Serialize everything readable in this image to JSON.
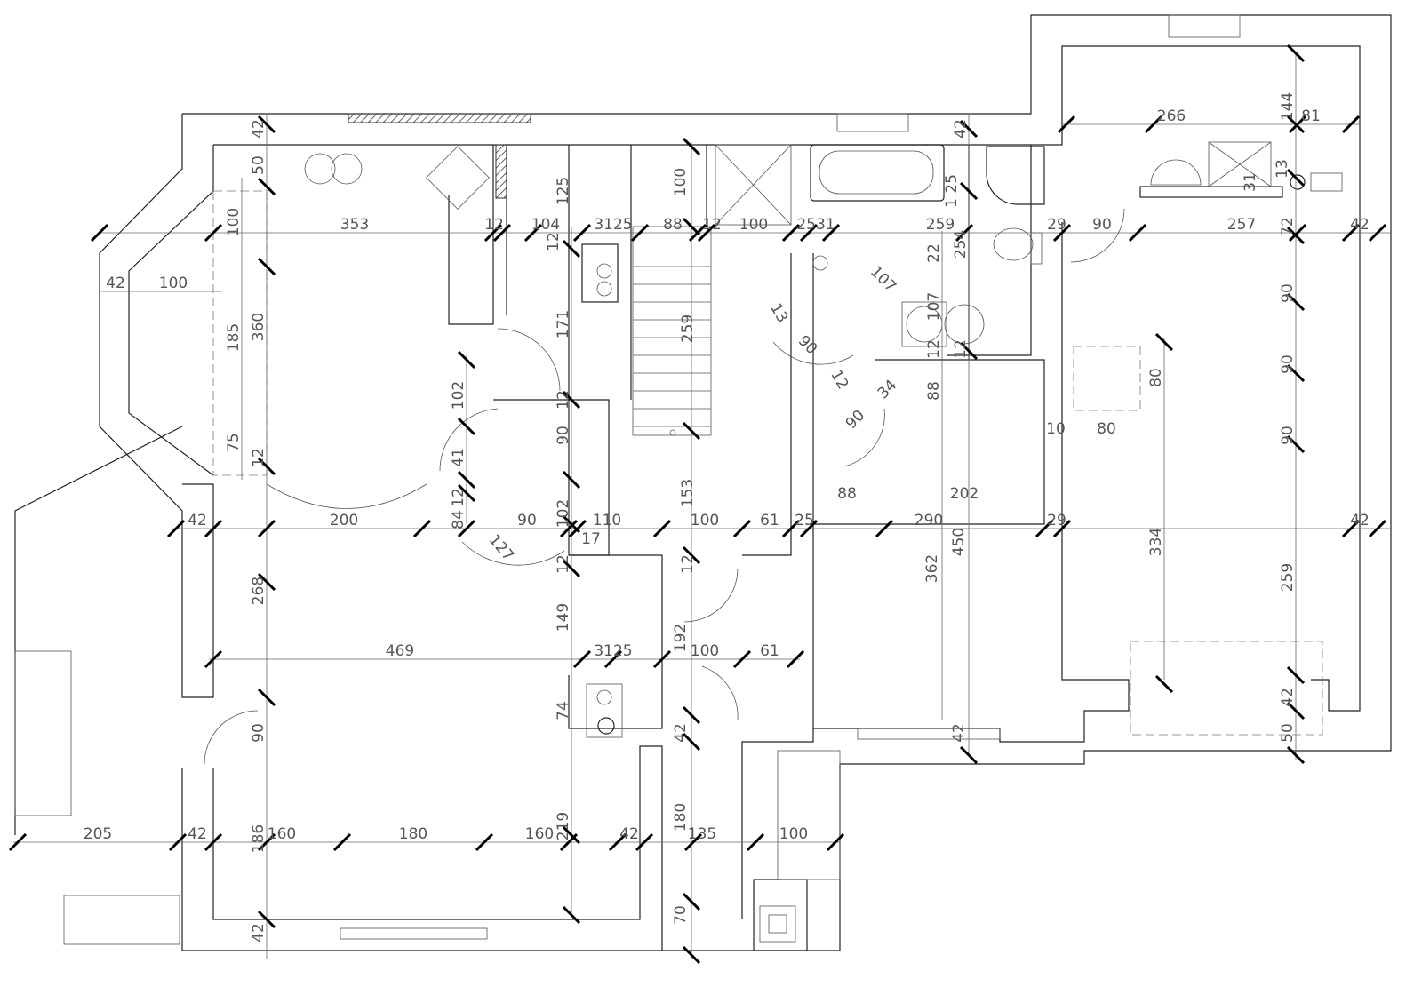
{
  "drawing": {
    "title": "Floor plan",
    "colors": {
      "wall": "#222222",
      "dimension": "#666666",
      "tick": "#000000"
    },
    "dimension_labels": [
      "353",
      "12",
      "104",
      "3125",
      "88",
      "12",
      "100",
      "2531",
      "259",
      "29",
      "90",
      "257",
      "42",
      "42",
      "100",
      "42",
      "200",
      "90",
      "110",
      "100",
      "61",
      "25",
      "290",
      "29",
      "42",
      "88",
      "202",
      "469",
      "3125",
      "100",
      "61",
      "205",
      "42",
      "160",
      "180",
      "160",
      "42",
      "135",
      "100",
      "266",
      "81",
      "10",
      "80",
      "42",
      "50",
      "100",
      "185",
      "360",
      "75",
      "12",
      "268",
      "90",
      "186",
      "42",
      "125",
      "12",
      "171",
      "12",
      "90",
      "102",
      "12",
      "149",
      "74",
      "219",
      "100",
      "259",
      "153",
      "12",
      "192",
      "42",
      "180",
      "70",
      "102",
      "41",
      "12",
      "84",
      "42",
      "1 25",
      "22",
      "254",
      "107",
      "12",
      "12",
      "88",
      "362",
      "450",
      "42",
      "334",
      "80",
      "144",
      "72",
      "90",
      "90",
      "90",
      "259",
      "42",
      "50",
      "127",
      "17",
      "107",
      "13",
      "90",
      "12",
      "34",
      "90",
      "31",
      "13"
    ]
  }
}
